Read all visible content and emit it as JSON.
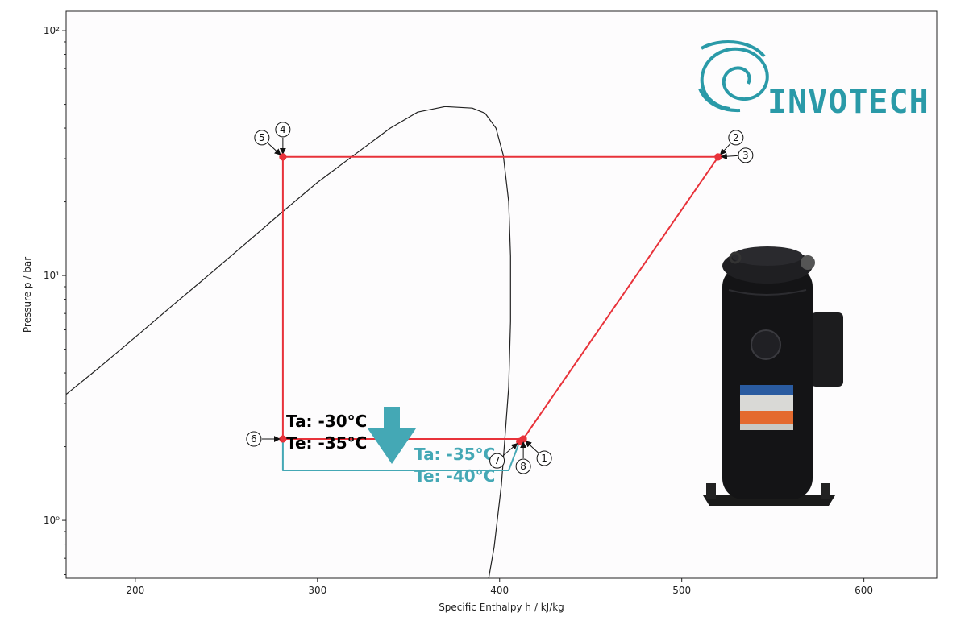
{
  "colors": {
    "cycle": "#e8323a",
    "dome": "#222222",
    "teal": "#44a8b5",
    "logo": "#2a9aa8",
    "plot_bg": "#fdfcfd"
  },
  "logo": {
    "text": "INVOTECH",
    "icon": "swirl-logo-icon"
  },
  "annotations": {
    "ta_cold": "Ta: -30°C",
    "te_cold": "Te: -35°C",
    "ta_colder": "Ta: -35°C",
    "te_colder": "Te: -40°C",
    "arrow_icon": "down-arrow-icon"
  },
  "chart_data": {
    "type": "line",
    "xlabel": "Specific Enthalpy h / kJ/kg",
    "ylabel": "Pressure p / bar",
    "xlim": [
      162,
      640
    ],
    "ylim": [
      0.58,
      120
    ],
    "yscale": "log",
    "xticks": [
      200,
      300,
      400,
      500,
      600
    ],
    "yticks": [
      {
        "value": 1,
        "label": "10⁰"
      },
      {
        "value": 10,
        "label": "10¹"
      },
      {
        "value": 100,
        "label": "10²"
      }
    ],
    "grid": false,
    "series": [
      {
        "role": "saturation-dome",
        "points": [
          [
            162,
            3.27
          ],
          [
            180,
            4.2
          ],
          [
            200,
            5.6
          ],
          [
            220,
            7.5
          ],
          [
            240,
            10.0
          ],
          [
            260,
            13.4
          ],
          [
            280,
            18.0
          ],
          [
            300,
            24.0
          ],
          [
            320,
            31.0
          ],
          [
            340,
            40.0
          ],
          [
            355,
            46.5
          ],
          [
            370,
            49.0
          ],
          [
            385,
            48.3
          ],
          [
            392,
            46.0
          ],
          [
            398,
            40.0
          ],
          [
            402,
            31.0
          ],
          [
            405,
            20.0
          ],
          [
            406,
            12.0
          ],
          [
            406,
            6.5
          ],
          [
            405,
            3.5
          ],
          [
            401,
            1.4
          ],
          [
            397,
            0.78
          ],
          [
            394,
            0.58
          ]
        ]
      },
      {
        "role": "refrigeration-cycle",
        "points": [
          [
            281,
            30.5
          ],
          [
            520,
            30.5
          ],
          [
            413,
            2.15
          ],
          [
            281,
            2.15
          ],
          [
            281,
            30.5
          ]
        ]
      },
      {
        "role": "lowered-evaporation-line",
        "points": [
          [
            281,
            2.15
          ],
          [
            281,
            1.6
          ],
          [
            405,
            1.6
          ],
          [
            411,
            2.1
          ]
        ]
      }
    ],
    "state_points": [
      {
        "label": "1",
        "h": 413,
        "p": 2.15
      },
      {
        "label": "2",
        "h": 520,
        "p": 30.5
      },
      {
        "label": "3",
        "h": 520,
        "p": 30.5
      },
      {
        "label": "4",
        "h": 281,
        "p": 30.5
      },
      {
        "label": "5",
        "h": 281,
        "p": 30.5
      },
      {
        "label": "6",
        "h": 281,
        "p": 2.15
      },
      {
        "label": "7",
        "h": 411,
        "p": 2.1
      },
      {
        "label": "8",
        "h": 413,
        "p": 2.15
      }
    ]
  }
}
